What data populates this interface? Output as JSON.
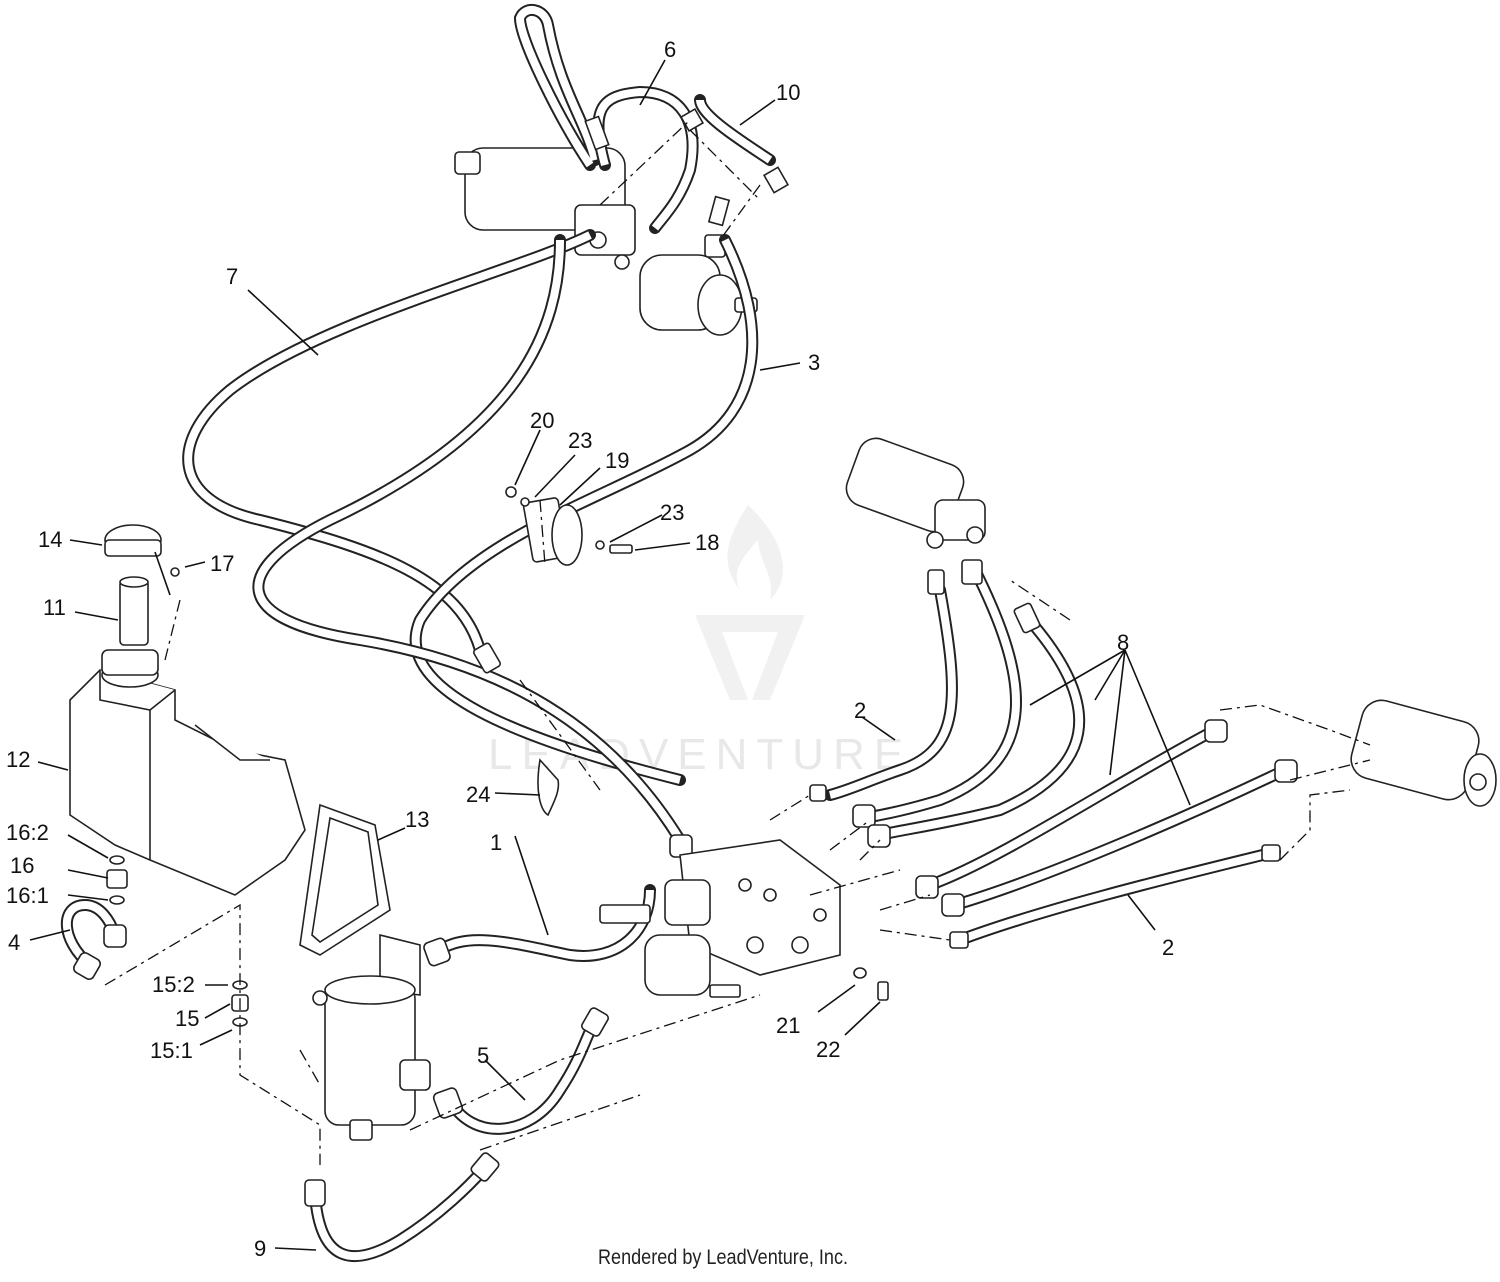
{
  "labels": [
    "1",
    "2",
    "2",
    "3",
    "4",
    "5",
    "6",
    "7",
    "8",
    "9",
    "10",
    "11",
    "12",
    "13",
    "14",
    "15",
    "15:1",
    "15:2",
    "16",
    "16:1",
    "16:2",
    "17",
    "18",
    "19",
    "20",
    "21",
    "22",
    "23",
    "23",
    "24"
  ],
  "watermark": {
    "text": "LEADVENTURE",
    "logo": "leadventure-flame-logo"
  },
  "credit": "Rendered by LeadVenture, Inc."
}
